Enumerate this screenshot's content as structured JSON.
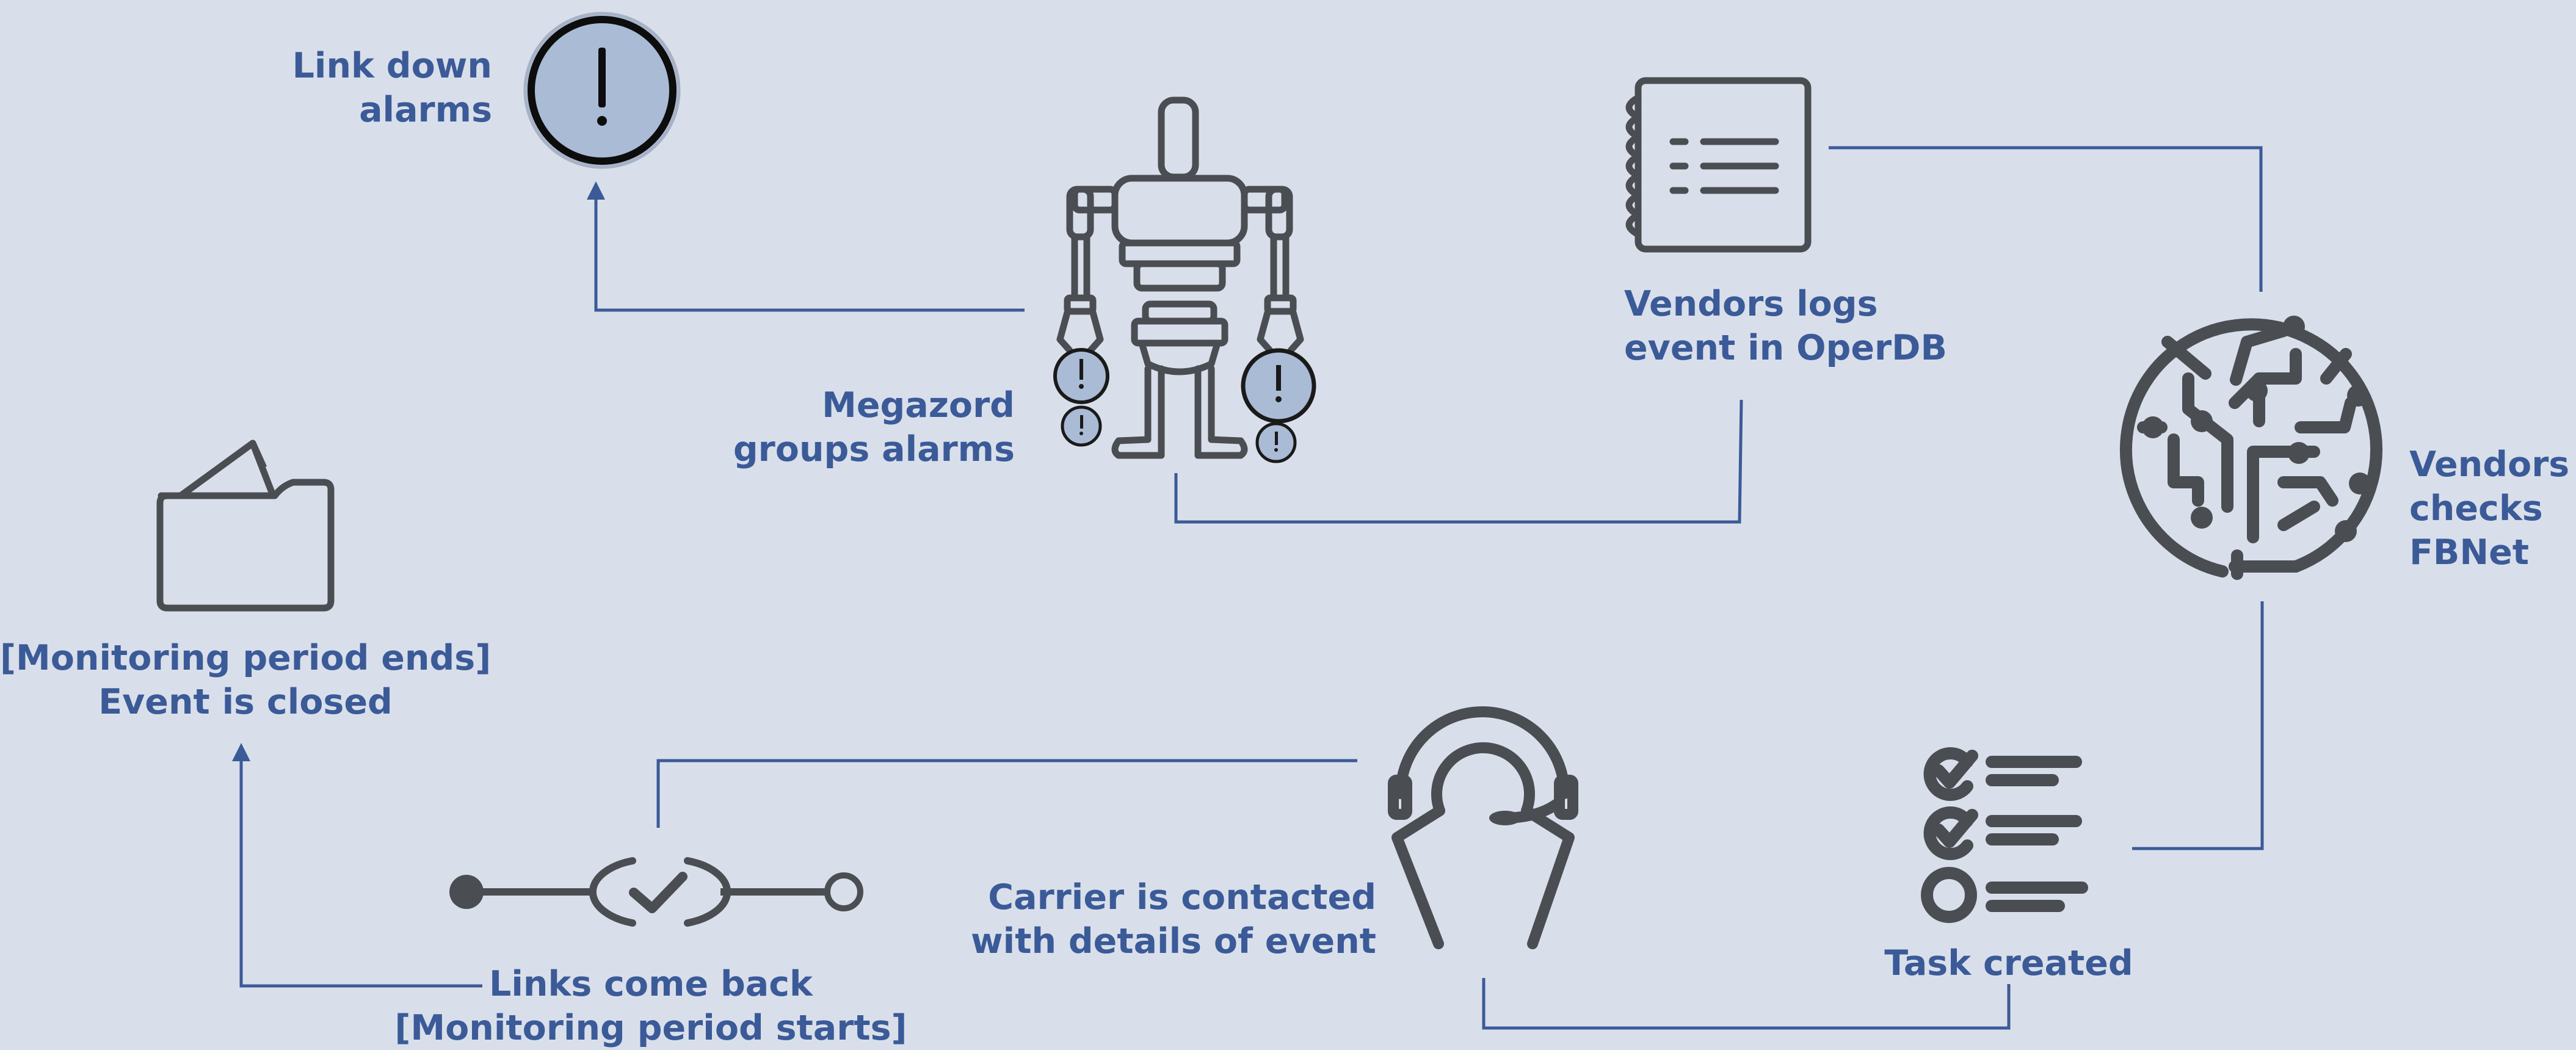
{
  "diagram": {
    "steps": {
      "link_down": {
        "line1": "Link down",
        "line2": "alarms",
        "icon": "alert-icon"
      },
      "megazord": {
        "line1": "Megazord",
        "line2": "groups alarms",
        "icon": "robot-icon"
      },
      "vendors_logs": {
        "line1": "Vendors logs",
        "line2": "event in OperDB",
        "icon": "notebook-icon"
      },
      "vendors_checks": {
        "line1": "Vendors",
        "line2": "checks",
        "line3": "FBNet",
        "icon": "circuit-brain-icon"
      },
      "task_created": {
        "line1": "Task created",
        "icon": "checklist-icon"
      },
      "carrier_contacted": {
        "line1": "Carrier is contacted",
        "line2": "with details of event",
        "icon": "headset-icon"
      },
      "links_back": {
        "line1": "Links come back",
        "line2": "[Monitoring period starts]",
        "icon": "timeline-check-icon"
      },
      "event_closed": {
        "line1": "[Monitoring period ends]",
        "line2": "Event is closed",
        "icon": "folder-icon"
      }
    },
    "colors": {
      "background": "#d9dfea",
      "label": "#3b5a98",
      "connector": "#3b5a98",
      "icon": "#4a4d52",
      "alert_fill": "#aabbd5"
    }
  }
}
